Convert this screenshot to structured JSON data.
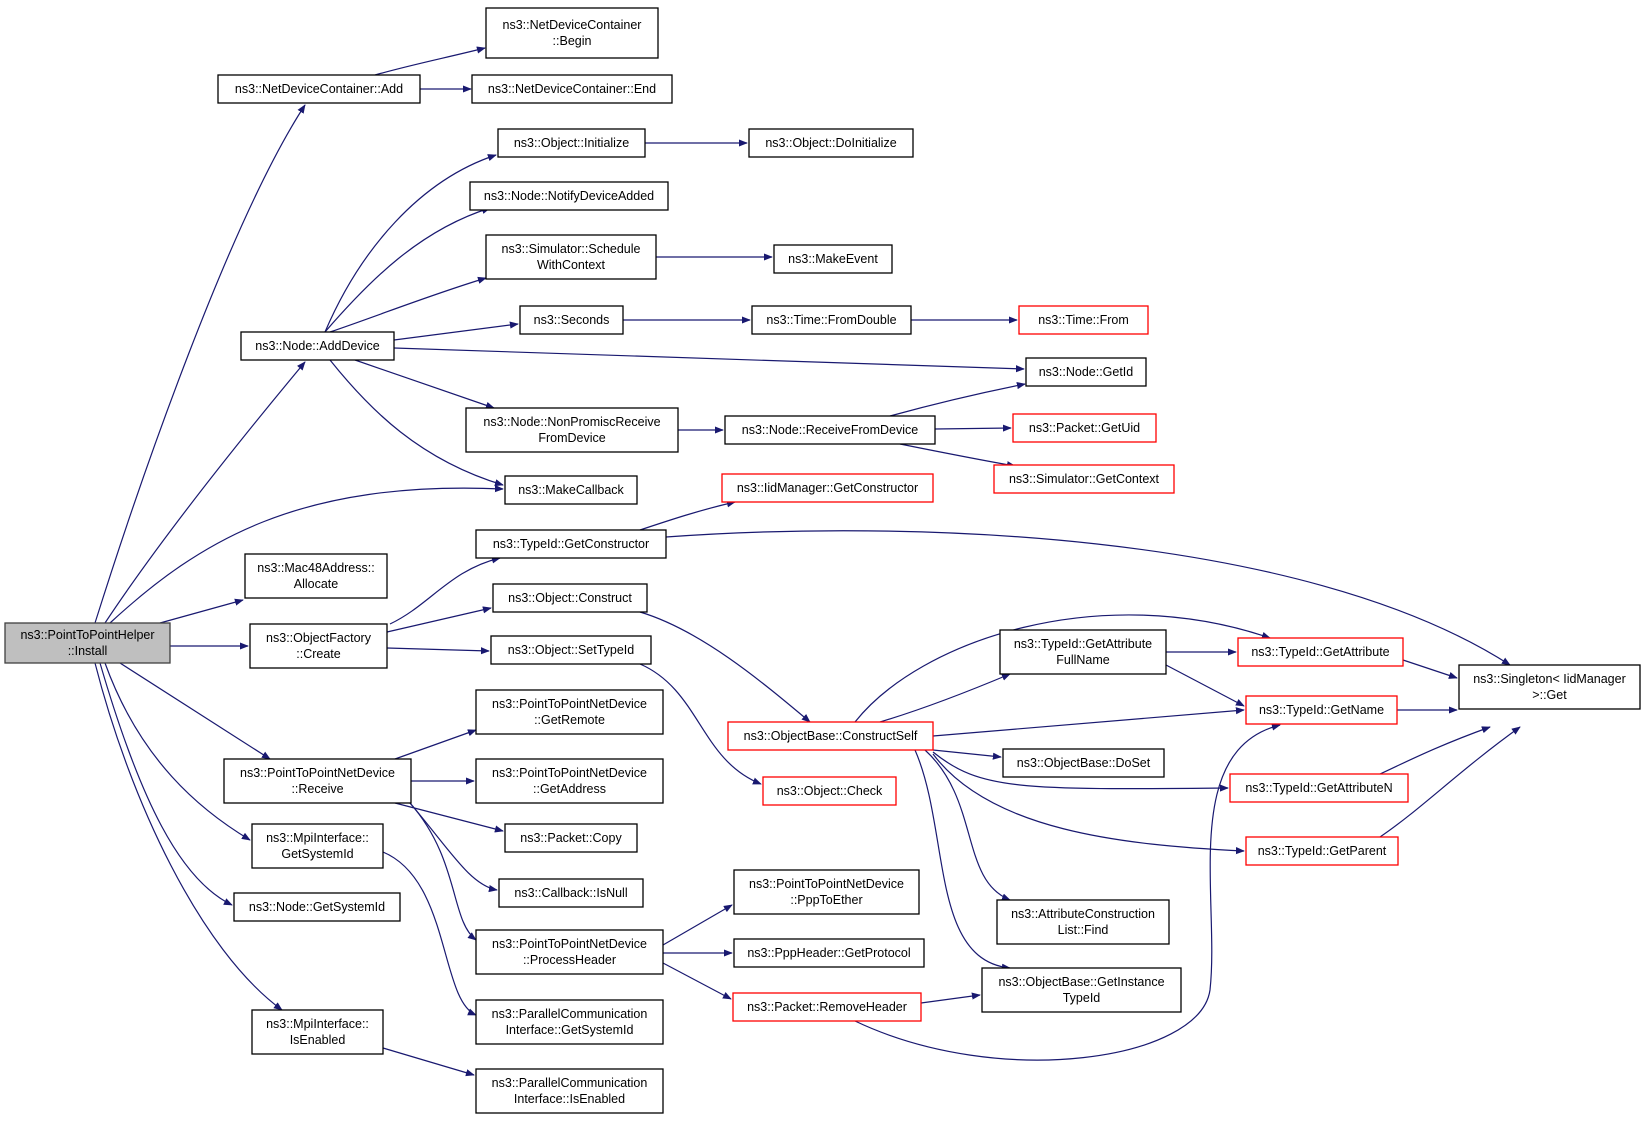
{
  "graph": {
    "nodes": [
      {
        "id": "install",
        "lines": [
          "ns3::PointToPointHelper",
          "::Install"
        ],
        "style": "root"
      },
      {
        "id": "ndc_add",
        "lines": [
          "ns3::NetDeviceContainer::Add"
        ],
        "style": "normal"
      },
      {
        "id": "ndc_begin",
        "lines": [
          "ns3::NetDeviceContainer",
          "::Begin"
        ],
        "style": "normal"
      },
      {
        "id": "ndc_end",
        "lines": [
          "ns3::NetDeviceContainer::End"
        ],
        "style": "normal"
      },
      {
        "id": "obj_init",
        "lines": [
          "ns3::Object::Initialize"
        ],
        "style": "normal"
      },
      {
        "id": "obj_doinit",
        "lines": [
          "ns3::Object::DoInitialize"
        ],
        "style": "normal"
      },
      {
        "id": "notify",
        "lines": [
          "ns3::Node::NotifyDeviceAdded"
        ],
        "style": "normal"
      },
      {
        "id": "sched",
        "lines": [
          "ns3::Simulator::Schedule",
          "WithContext"
        ],
        "style": "normal"
      },
      {
        "id": "makeevent",
        "lines": [
          "ns3::MakeEvent"
        ],
        "style": "normal"
      },
      {
        "id": "seconds",
        "lines": [
          "ns3::Seconds"
        ],
        "style": "normal"
      },
      {
        "id": "fromdouble",
        "lines": [
          "ns3::Time::FromDouble"
        ],
        "style": "normal"
      },
      {
        "id": "timefrom",
        "lines": [
          "ns3::Time::From"
        ],
        "style": "red"
      },
      {
        "id": "adddevice",
        "lines": [
          "ns3::Node::AddDevice"
        ],
        "style": "normal"
      },
      {
        "id": "getid",
        "lines": [
          "ns3::Node::GetId"
        ],
        "style": "normal"
      },
      {
        "id": "nonpromisc",
        "lines": [
          "ns3::Node::NonPromiscReceive",
          "FromDevice"
        ],
        "style": "normal"
      },
      {
        "id": "recvfromdev",
        "lines": [
          "ns3::Node::ReceiveFromDevice"
        ],
        "style": "normal"
      },
      {
        "id": "getuid",
        "lines": [
          "ns3::Packet::GetUid"
        ],
        "style": "red"
      },
      {
        "id": "getcontext",
        "lines": [
          "ns3::Simulator::GetContext"
        ],
        "style": "red"
      },
      {
        "id": "makecallback",
        "lines": [
          "ns3::MakeCallback"
        ],
        "style": "normal"
      },
      {
        "id": "iidgetctor",
        "lines": [
          "ns3::IidManager::GetConstructor"
        ],
        "style": "red"
      },
      {
        "id": "tid_getctor",
        "lines": [
          "ns3::TypeId::GetConstructor"
        ],
        "style": "normal"
      },
      {
        "id": "mac48",
        "lines": [
          "ns3::Mac48Address::",
          "Allocate"
        ],
        "style": "normal"
      },
      {
        "id": "objfactory",
        "lines": [
          "ns3::ObjectFactory",
          "::Create"
        ],
        "style": "normal"
      },
      {
        "id": "objconstruct",
        "lines": [
          "ns3::Object::Construct"
        ],
        "style": "normal"
      },
      {
        "id": "settypeid",
        "lines": [
          "ns3::Object::SetTypeId"
        ],
        "style": "normal"
      },
      {
        "id": "getattrfull",
        "lines": [
          "ns3::TypeId::GetAttribute",
          "FullName"
        ],
        "style": "normal"
      },
      {
        "id": "getattr",
        "lines": [
          "ns3::TypeId::GetAttribute"
        ],
        "style": "red"
      },
      {
        "id": "singleton",
        "lines": [
          "ns3::Singleton< IidManager",
          ">::Get"
        ],
        "style": "normal"
      },
      {
        "id": "getname",
        "lines": [
          "ns3::TypeId::GetName"
        ],
        "style": "red"
      },
      {
        "id": "constructself",
        "lines": [
          "ns3::ObjectBase::ConstructSelf"
        ],
        "style": "red"
      },
      {
        "id": "doset",
        "lines": [
          "ns3::ObjectBase::DoSet"
        ],
        "style": "normal"
      },
      {
        "id": "getattrn",
        "lines": [
          "ns3::TypeId::GetAttributeN"
        ],
        "style": "red"
      },
      {
        "id": "getparent",
        "lines": [
          "ns3::TypeId::GetParent"
        ],
        "style": "red"
      },
      {
        "id": "getremote",
        "lines": [
          "ns3::PointToPointNetDevice",
          "::GetRemote"
        ],
        "style": "normal"
      },
      {
        "id": "receive",
        "lines": [
          "ns3::PointToPointNetDevice",
          "::Receive"
        ],
        "style": "normal"
      },
      {
        "id": "getaddress",
        "lines": [
          "ns3::PointToPointNetDevice",
          "::GetAddress"
        ],
        "style": "normal"
      },
      {
        "id": "objcheck",
        "lines": [
          "ns3::Object::Check"
        ],
        "style": "red"
      },
      {
        "id": "packetcopy",
        "lines": [
          "ns3::Packet::Copy"
        ],
        "style": "normal"
      },
      {
        "id": "mpi_getsys",
        "lines": [
          "ns3::MpiInterface::",
          "GetSystemId"
        ],
        "style": "normal"
      },
      {
        "id": "isnull",
        "lines": [
          "ns3::Callback::IsNull"
        ],
        "style": "normal"
      },
      {
        "id": "node_getsys",
        "lines": [
          "ns3::Node::GetSystemId"
        ],
        "style": "normal"
      },
      {
        "id": "ppptoether",
        "lines": [
          "ns3::PointToPointNetDevice",
          "::PppToEther"
        ],
        "style": "normal"
      },
      {
        "id": "findattr",
        "lines": [
          "ns3::AttributeConstruction",
          "List::Find"
        ],
        "style": "normal"
      },
      {
        "id": "processheader",
        "lines": [
          "ns3::PointToPointNetDevice",
          "::ProcessHeader"
        ],
        "style": "normal"
      },
      {
        "id": "pppgetproto",
        "lines": [
          "ns3::PppHeader::GetProtocol"
        ],
        "style": "normal"
      },
      {
        "id": "removeheader",
        "lines": [
          "ns3::Packet::RemoveHeader"
        ],
        "style": "red"
      },
      {
        "id": "getinstance",
        "lines": [
          "ns3::ObjectBase::GetInstance",
          "TypeId"
        ],
        "style": "normal"
      },
      {
        "id": "mpi_isenabled",
        "lines": [
          "ns3::MpiInterface::",
          "IsEnabled"
        ],
        "style": "normal"
      },
      {
        "id": "parallel_getsys",
        "lines": [
          "ns3::ParallelCommunication",
          "Interface::GetSystemId"
        ],
        "style": "normal"
      },
      {
        "id": "parallel_isenabled",
        "lines": [
          "ns3::ParallelCommunication",
          "Interface::IsEnabled"
        ],
        "style": "normal"
      }
    ],
    "colors": {
      "edge": "#191970",
      "red_border": "#ff0000",
      "normal_border": "#000000",
      "root_fill": "#bfbfbf",
      "root_border": "#404040"
    }
  }
}
